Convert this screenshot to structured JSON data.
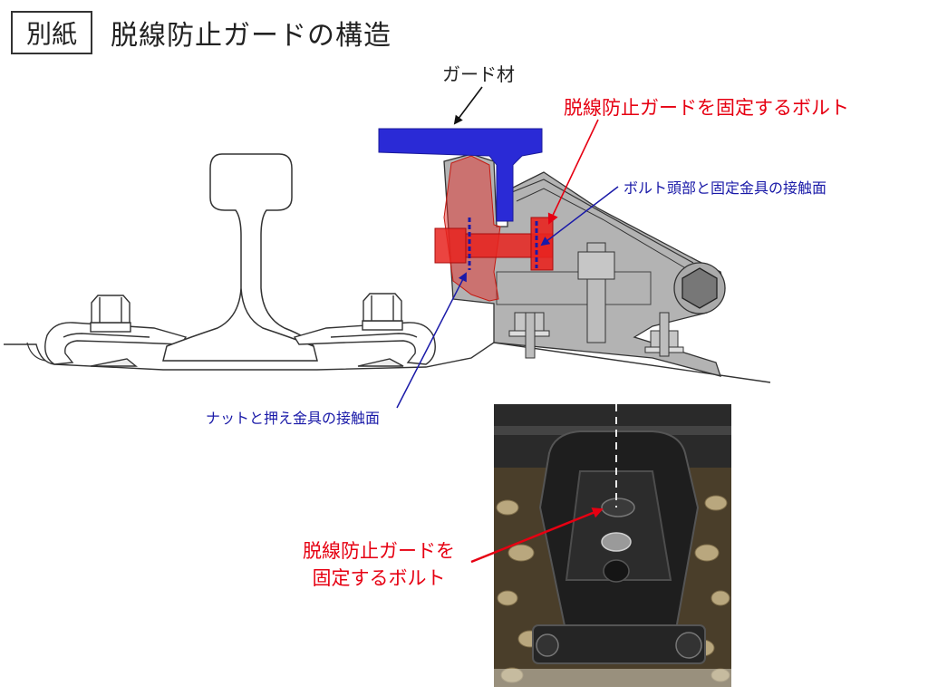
{
  "header": {
    "tag": "別紙",
    "title": "脱線防止ガードの構造"
  },
  "labels": {
    "guard_material": "ガード材",
    "fixing_bolt": "脱線防止ガードを固定するボルト",
    "bolt_head_contact": "ボルト頭部と固定金具の接触面",
    "nut_contact": "ナットと押え金具の接触面"
  },
  "photo": {
    "label_line1": "脱線防止ガードを",
    "label_line2": "固定するボルト"
  },
  "colors": {
    "guard": "#2a2ad6",
    "bolt_red": "#e8231f",
    "label_red": "#e60012",
    "label_blue": "#1a1aa8",
    "bracket_gray": "#8e8e8e"
  }
}
